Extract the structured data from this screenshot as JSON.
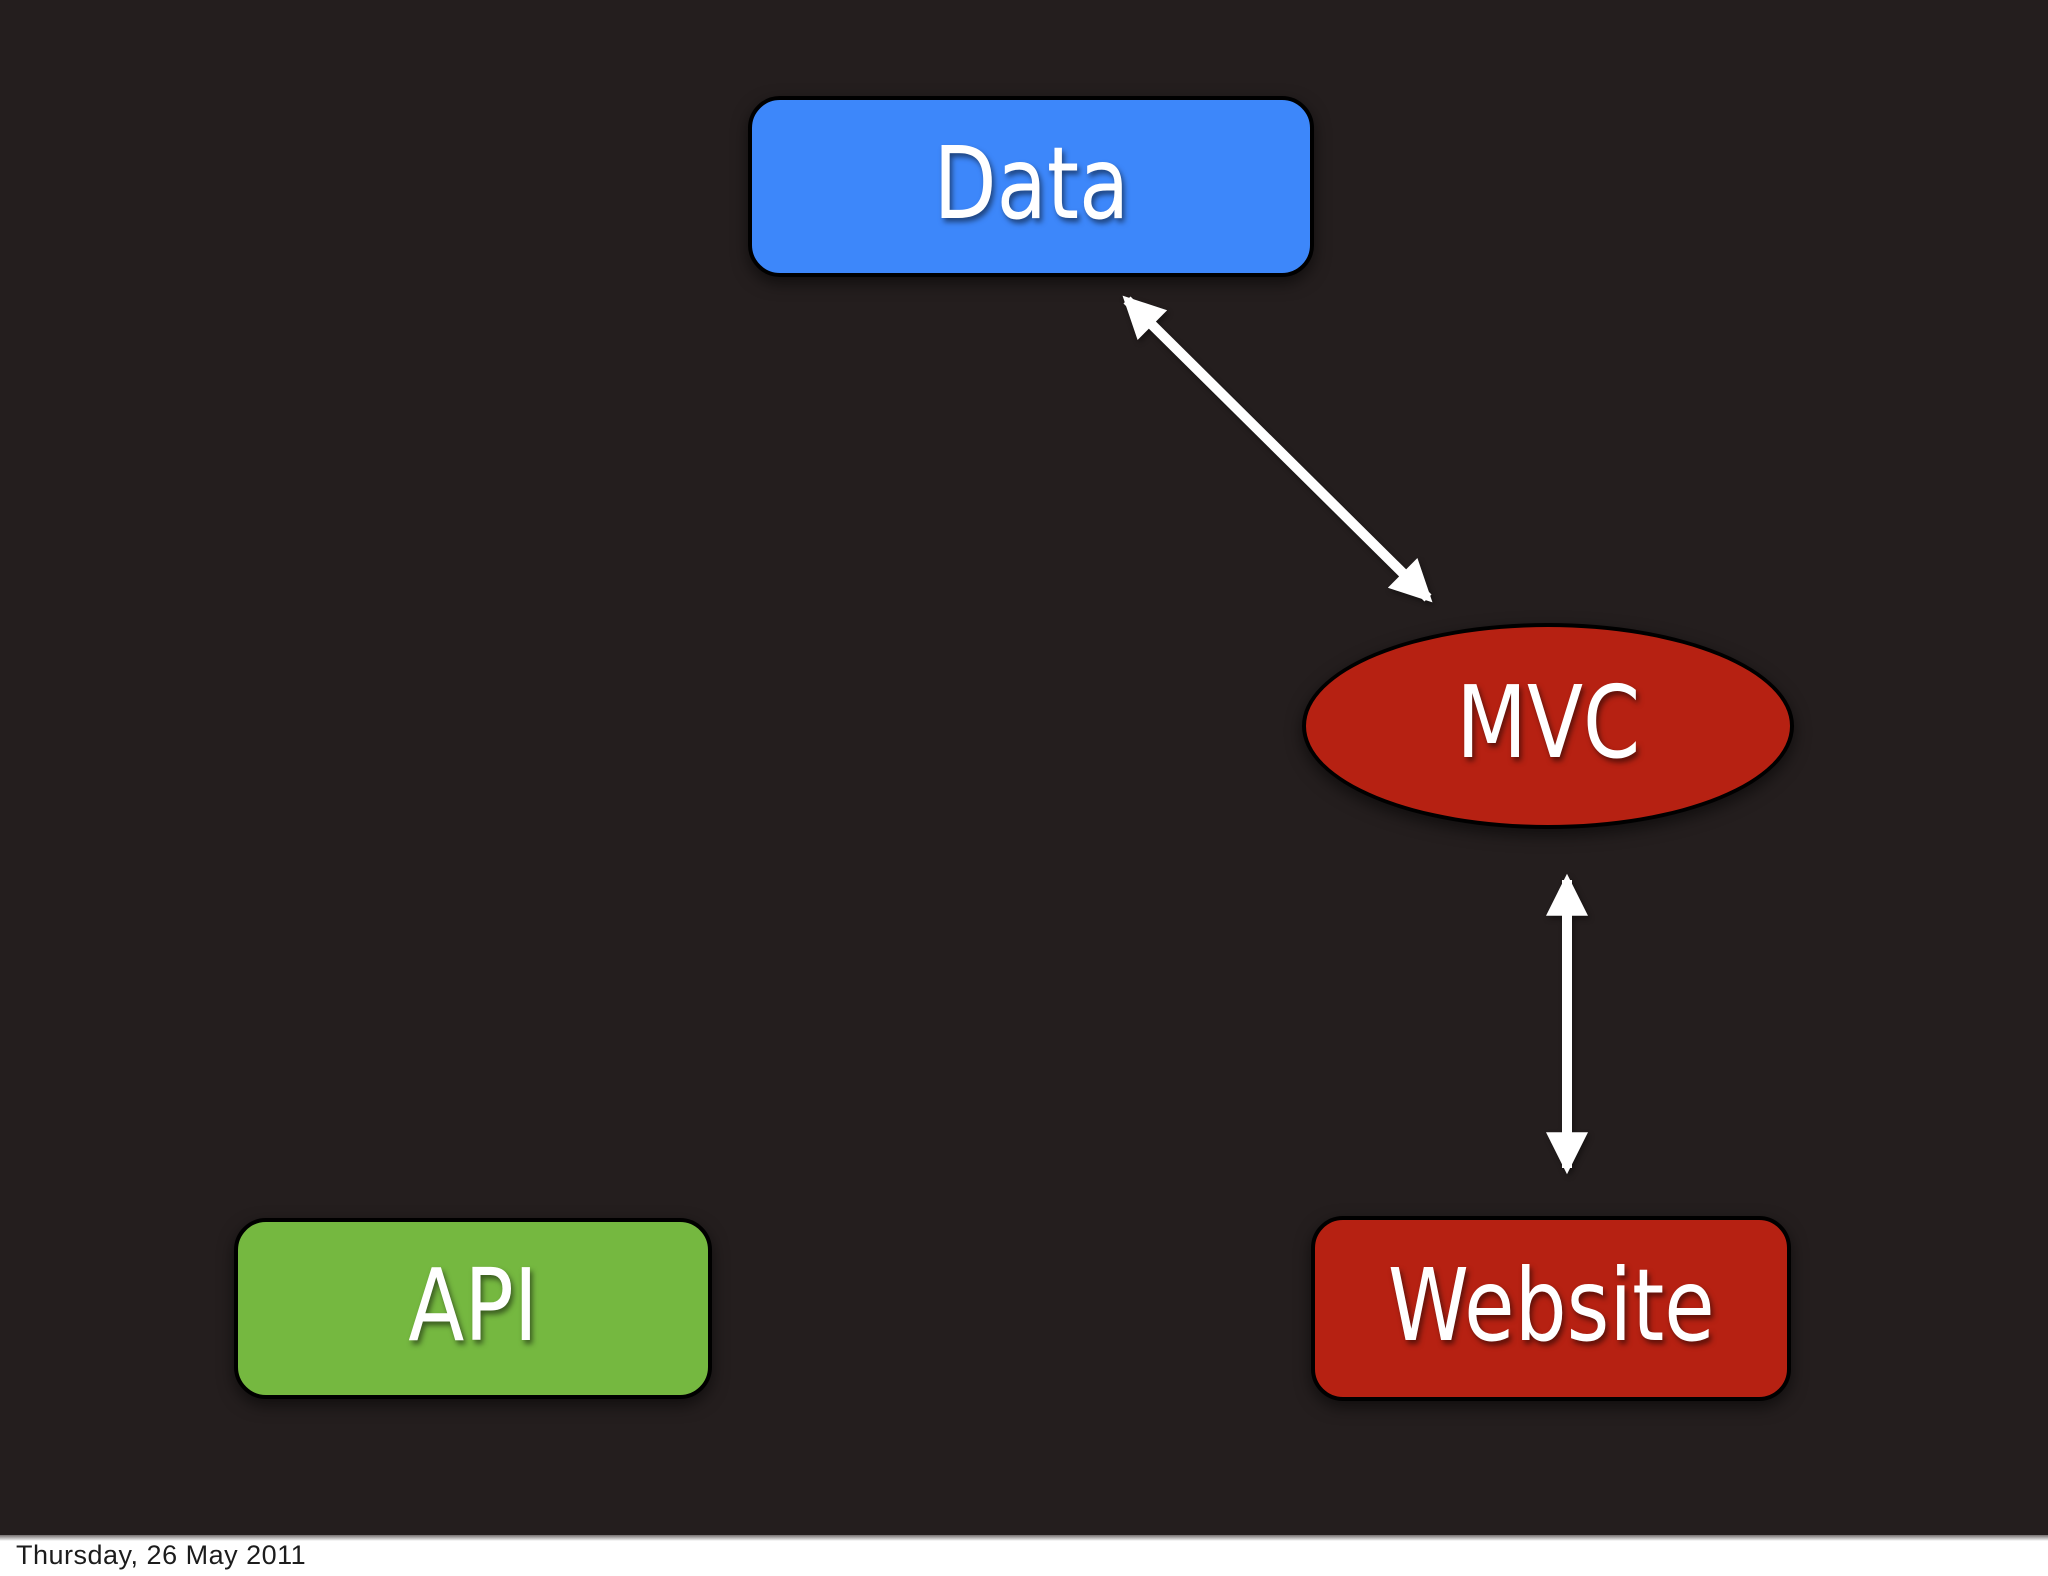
{
  "slide": {
    "background_color": "#241e1e",
    "border_color": "#000000",
    "label_color": "#ffffff",
    "arrow_color": "#ffffff",
    "nodes": {
      "data": {
        "label": "Data",
        "shape": "rounded-rectangle",
        "color": "#3d87fa"
      },
      "mvc": {
        "label": "MVC",
        "shape": "ellipse",
        "color": "#b62112"
      },
      "website": {
        "label": "Website",
        "shape": "rounded-rectangle",
        "color": "#b62112"
      },
      "api": {
        "label": "API",
        "shape": "rounded-rectangle",
        "color": "#75b840"
      }
    },
    "connectors": [
      {
        "name": "data-mvc",
        "from": "Data",
        "to": "MVC",
        "style": "double-headed-arrow"
      },
      {
        "name": "mvc-website",
        "from": "MVC",
        "to": "Website",
        "style": "double-headed-arrow"
      }
    ]
  },
  "footer": {
    "date": "Thursday, 26 May 2011",
    "background_color": "#ffffff",
    "text_color": "#1c1c1c"
  }
}
